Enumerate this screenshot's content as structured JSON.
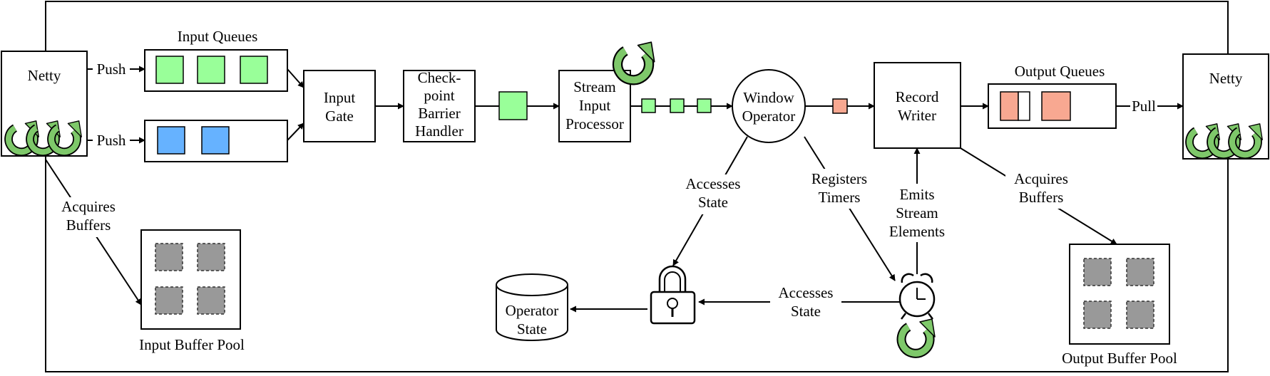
{
  "colors": {
    "record_green": "#99ff99",
    "record_blue": "#66b2ff",
    "record_red": "#f8a891",
    "buffer_gray": "#999999",
    "cycle_icon_green": "#7ec86a"
  },
  "labels": {
    "netty_in": "Netty",
    "netty_out": "Netty",
    "input_queues": "Input Queues",
    "output_queues": "Output Queues",
    "push_1": "Push",
    "push_2": "Push",
    "pull": "Pull",
    "input_gate": [
      "Input",
      "Gate"
    ],
    "checkpoint": [
      "Check-",
      "point",
      "Barrier",
      "Handler"
    ],
    "stream_input": [
      "Stream",
      "Input",
      "Processor"
    ],
    "window_operator": [
      "Window",
      "Operator"
    ],
    "record_writer": [
      "Record",
      "Writer"
    ],
    "acquires_buffers_in": [
      "Acquires",
      "Buffers"
    ],
    "acquires_buffers_out": [
      "Acquires",
      "Buffers"
    ],
    "accesses_state_1": [
      "Accesses",
      "State"
    ],
    "accesses_state_2": [
      "Accesses",
      "State"
    ],
    "registers_timers": [
      "Registers",
      "Timers"
    ],
    "emits": [
      "Emits",
      "Stream",
      "Elements"
    ],
    "operator_state": [
      "Operator",
      "State"
    ],
    "input_buffer_pool": "Input Buffer Pool",
    "output_buffer_pool": "Output Buffer Pool"
  },
  "icons": [
    "cycle-icon",
    "lock-icon",
    "alarm-clock-icon",
    "database-icon"
  ]
}
